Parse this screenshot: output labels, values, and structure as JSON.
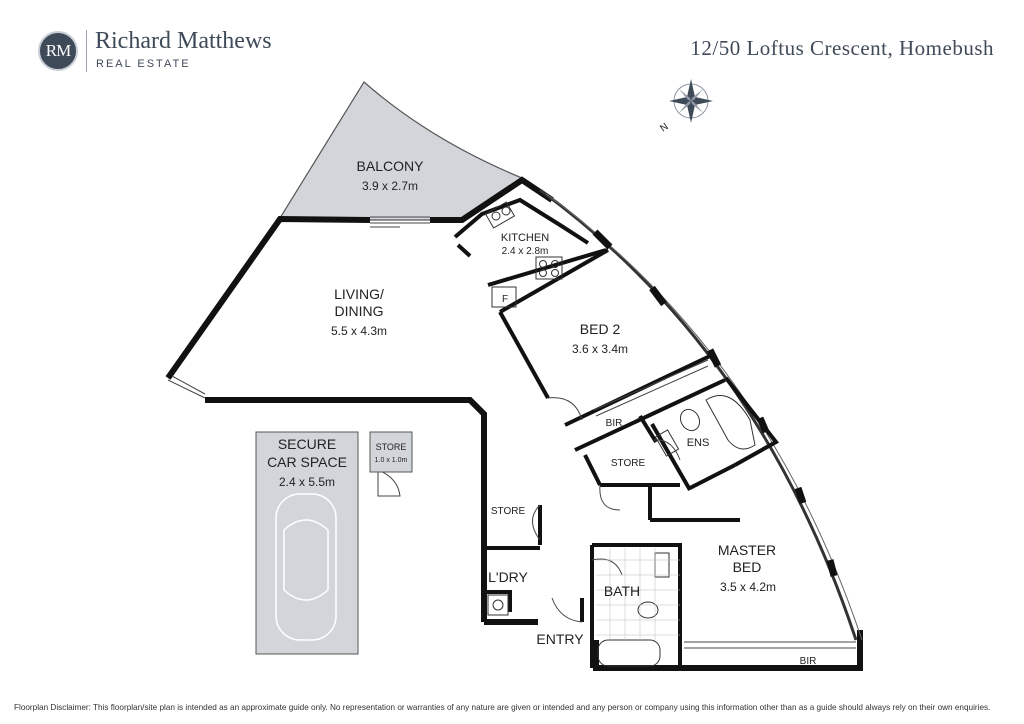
{
  "header": {
    "logo_monogram": "RM",
    "brand_name": "Richard Matthews",
    "brand_sub": "REAL ESTATE",
    "address": "12/50 Loftus Crescent, Homebush"
  },
  "compass": {
    "north_label": "N"
  },
  "rooms": {
    "balcony_name": "BALCONY",
    "balcony_size": "3.9 x 2.7m",
    "kitchen_name": "KITCHEN",
    "kitchen_size": "2.4 x 2.8m",
    "fridge_label": "F",
    "living_line1": "LIVING/",
    "living_line2": "DINING",
    "living_size": "5.5 x 4.3m",
    "bed2_name": "BED 2",
    "bed2_size": "3.6 x 3.4m",
    "bed2_bir": "BIR",
    "ens": "ENS",
    "store_hall": "STORE",
    "store_side": "STORE",
    "laundry": "L'DRY",
    "bath": "BATH",
    "entry": "ENTRY",
    "master_line1": "MASTER",
    "master_line2": "BED",
    "master_size": "3.5 x 4.2m",
    "master_bir": "BIR"
  },
  "car_space": {
    "line1": "SECURE",
    "line2": "CAR SPACE",
    "size": "2.4 x 5.5m",
    "store_name": "STORE",
    "store_size": "1.0 x 1.0m"
  },
  "colors": {
    "wall": "#111111",
    "accent": "#3f4a59",
    "shade": "#d2d6db"
  },
  "disclaimer": "Floorplan Disclaimer: This floorplan/site plan is intended as an approximate guide only. No representation or warranties of any nature are given or intended and any person or company using this information other than as a guide should always rely on their own enquiries."
}
